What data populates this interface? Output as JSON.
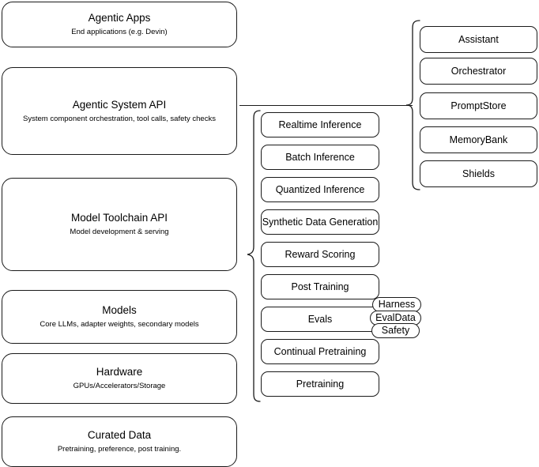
{
  "diagram": {
    "title": "Agentic stack layers",
    "stroke_color": "#1a1a1a",
    "background_color": "#ffffff"
  },
  "layers": [
    {
      "id": "agentic-apps",
      "title": "Agentic Apps",
      "subtitle": "End applications (e.g. Devin)"
    },
    {
      "id": "agentic-system-api",
      "title": "Agentic System API",
      "subtitle": "System component orchestration, tool calls, safety checks"
    },
    {
      "id": "model-toolchain-api",
      "title": "Model Toolchain API",
      "subtitle": "Model development & serving"
    },
    {
      "id": "models",
      "title": "Models",
      "subtitle": "Core LLMs, adapter weights, secondary models"
    },
    {
      "id": "hardware",
      "title": "Hardware",
      "subtitle": "GPUs/Accelerators/Storage"
    },
    {
      "id": "curated-data",
      "title": "Curated Data",
      "subtitle": "Pretraining, preference, post training."
    }
  ],
  "toolchain_components": [
    {
      "id": "realtime-inference",
      "label": "Realtime Inference"
    },
    {
      "id": "batch-inference",
      "label": "Batch Inference"
    },
    {
      "id": "quantized-inference",
      "label": "Quantized Inference"
    },
    {
      "id": "synthetic-data-generation",
      "label": "Synthetic Data Generation"
    },
    {
      "id": "reward-scoring",
      "label": "Reward Scoring"
    },
    {
      "id": "post-training",
      "label": "Post Training"
    },
    {
      "id": "evals",
      "label": "Evals"
    },
    {
      "id": "continual-pretraining",
      "label": "Continual Pretraining"
    },
    {
      "id": "pretraining",
      "label": "Pretraining"
    }
  ],
  "eval_badges": [
    {
      "id": "harness",
      "label": "Harness"
    },
    {
      "id": "evaldata",
      "label": "EvalData"
    },
    {
      "id": "safety",
      "label": "Safety"
    }
  ],
  "system_components": [
    {
      "id": "assistant",
      "label": "Assistant"
    },
    {
      "id": "orchestrator",
      "label": "Orchestrator"
    },
    {
      "id": "promptstore",
      "label": "PromptStore"
    },
    {
      "id": "memorybank",
      "label": "MemoryBank"
    },
    {
      "id": "shields",
      "label": "Shields"
    }
  ]
}
